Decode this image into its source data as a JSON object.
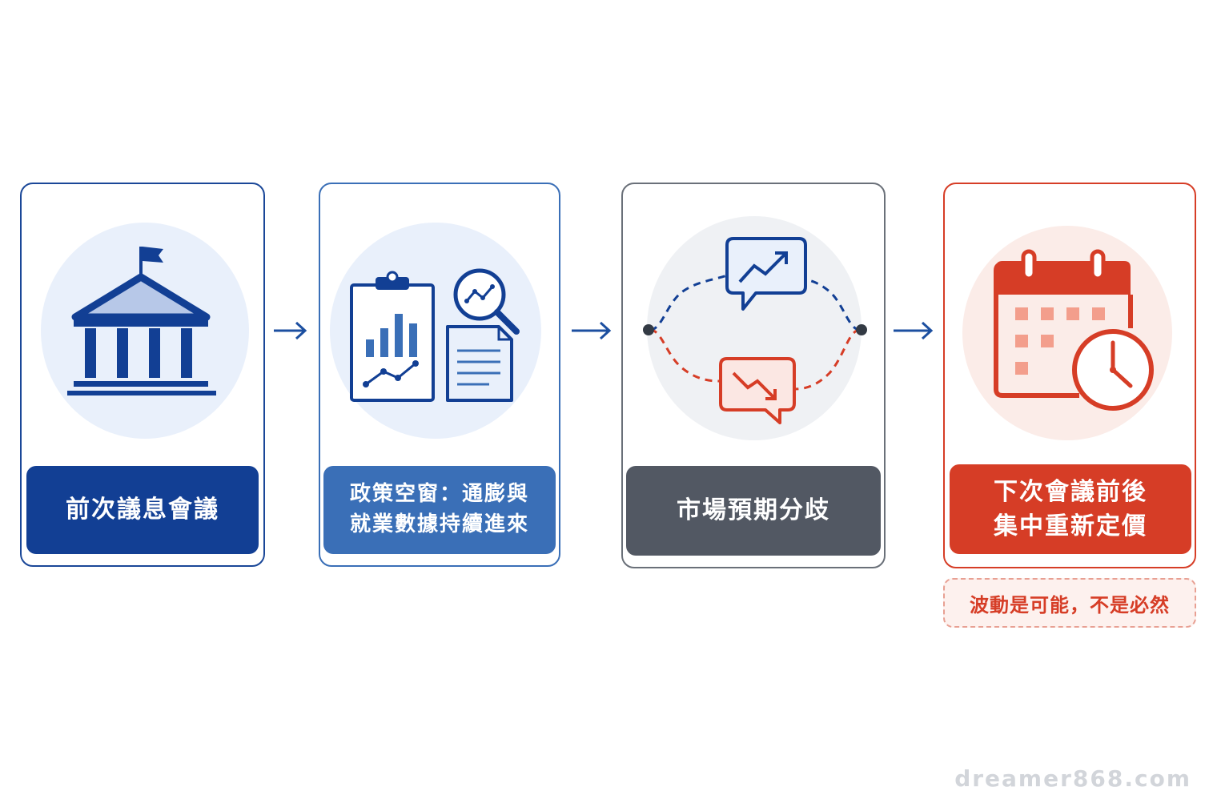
{
  "steps": [
    {
      "icon": "government-building-icon",
      "lines": [
        "前次議息會議"
      ],
      "color": "#123f94"
    },
    {
      "icon": "data-report-icon",
      "lines": [
        "政策空窗：通膨與",
        "就業數據持續進來"
      ],
      "color": "#3a6fb7"
    },
    {
      "icon": "diverging-expectations-icon",
      "lines": [
        "市場預期分歧"
      ],
      "color": "#525863"
    },
    {
      "icon": "calendar-clock-icon",
      "lines": [
        "下次會議前後",
        "集中重新定價"
      ],
      "color": "#d63d26"
    }
  ],
  "note": "波動是可能，不是必然",
  "watermark": "dreamer868.com"
}
